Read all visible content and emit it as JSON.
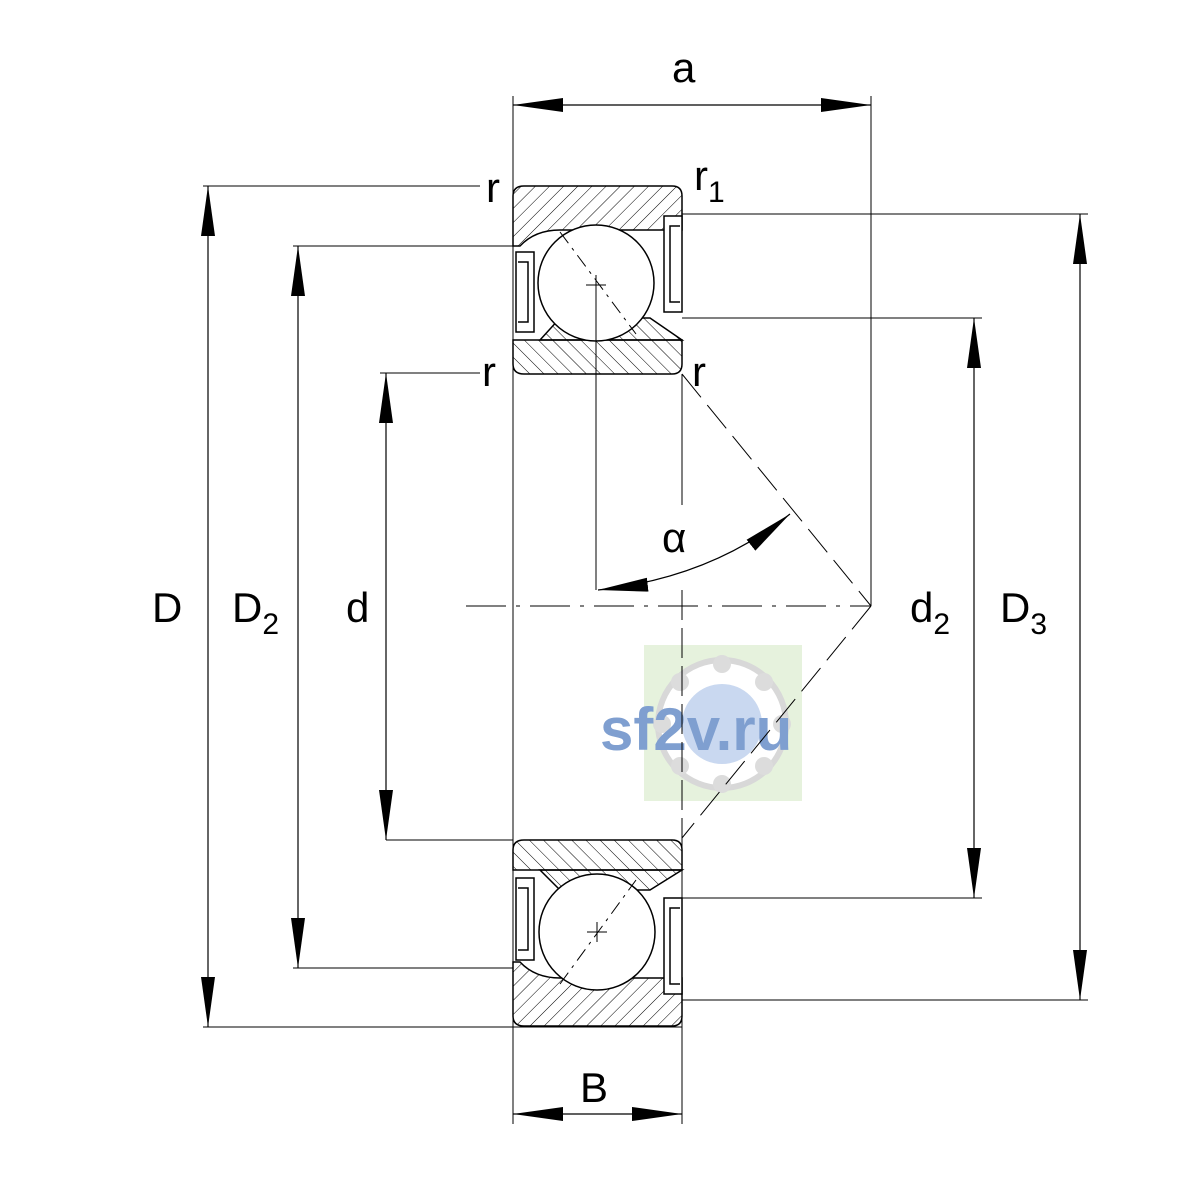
{
  "labels": {
    "a": "a",
    "B": "B",
    "D": "D",
    "D2_main": "D",
    "D2_sub": "2",
    "d": "d",
    "d2_main": "d",
    "d2_sub": "2",
    "D3_main": "D",
    "D3_sub": "3",
    "alpha": "α",
    "r_top_left": "r",
    "r1_main": "r",
    "r1_sub": "1",
    "r_inner_left": "r",
    "r_inner_right": "r"
  },
  "watermark": {
    "text": "sf2v.ru",
    "color": "#7f9fd0"
  },
  "colors": {
    "line": "#000000",
    "watermark_bg": "#e6f2dd"
  }
}
